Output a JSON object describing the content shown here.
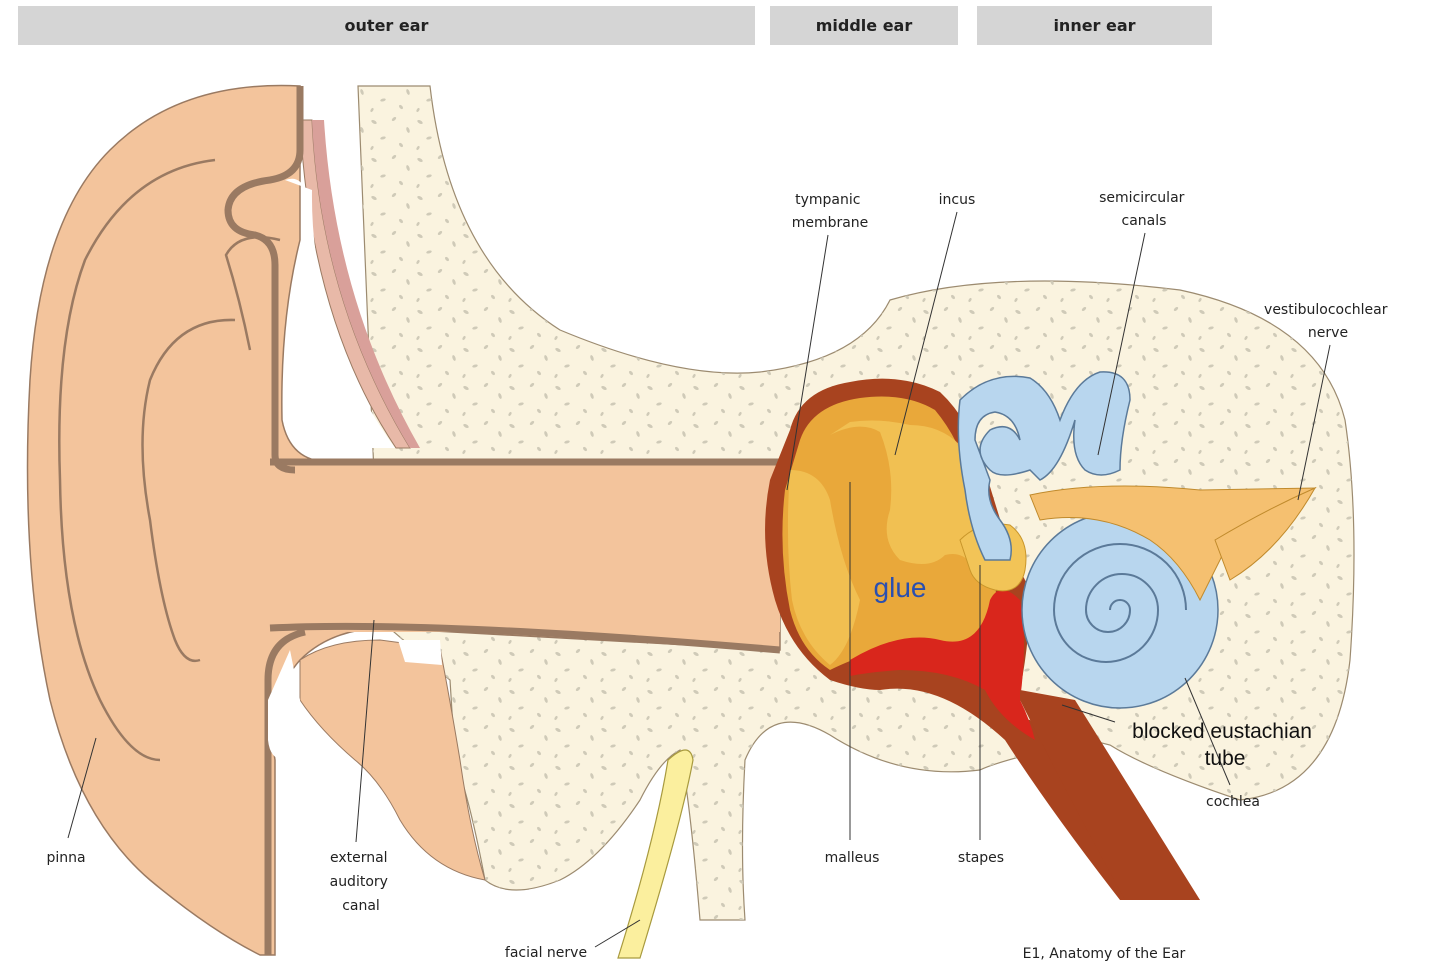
{
  "headers": {
    "outer_ear": "outer ear",
    "middle_ear": "middle ear",
    "inner_ear": "inner ear"
  },
  "labels": {
    "tympanic_membrane": [
      "tympanic",
      "membrane"
    ],
    "incus": "incus",
    "semicircular_canals": [
      "semicircular",
      "canals"
    ],
    "vestibulocochlear_nerve": [
      "vestibulocochlear",
      "nerve"
    ],
    "glue": "glue",
    "blocked_eustachian_tube": [
      "blocked eustachian",
      "tube"
    ],
    "cochlea": "cochlea",
    "pinna": "pinna",
    "external_auditory_canal": [
      "external",
      "auditory",
      "canal"
    ],
    "malleus": "malleus",
    "stapes": "stapes",
    "facial_nerve": "facial nerve"
  },
  "caption": "E1, Anatomy of the Ear",
  "colors": {
    "skin": "#f3c49c",
    "skin_outline": "#9a7a62",
    "bone": "#faf3df",
    "bone_speckle": "#cfcab8",
    "middle_ear_wall": "#a8431f",
    "glue": "#e9a83a",
    "glue_light": "#f2c457",
    "blood": "#d9261c",
    "inner_ear": "#b8d6ee",
    "inner_ear_outline": "#5b7a99",
    "nerve": "#f5c070",
    "facial_nerve": "#fbef9e",
    "glue_text": "#2a4fb0",
    "header_bar": "#d5d5d5"
  }
}
